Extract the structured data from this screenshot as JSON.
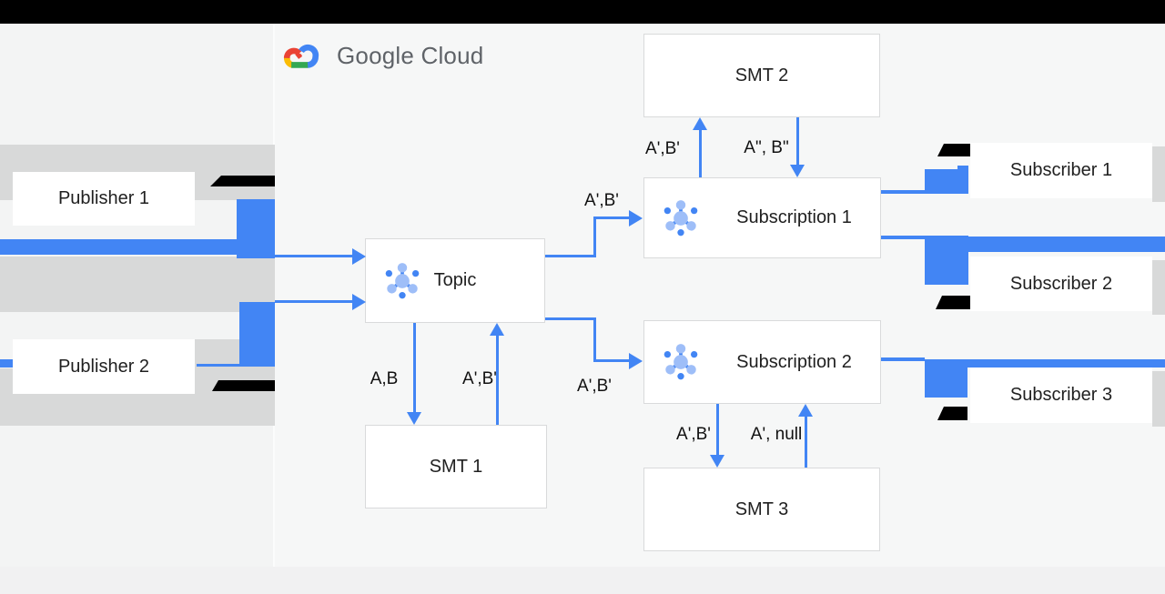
{
  "header": {
    "logo_text": "Google Cloud"
  },
  "diagram": {
    "nodes": {
      "publisher1": {
        "label": "Publisher 1"
      },
      "publisher2": {
        "label": "Publisher 2"
      },
      "topic": {
        "label": "Topic"
      },
      "smt1": {
        "label": "SMT 1"
      },
      "smt2": {
        "label": "SMT 2"
      },
      "smt3": {
        "label": "SMT 3"
      },
      "subscription1": {
        "label": "Subscription 1"
      },
      "subscription2": {
        "label": "Subscription 2"
      },
      "subscriber1": {
        "label": "Subscriber 1"
      },
      "subscriber2": {
        "label": "Subscriber 2"
      },
      "subscriber3": {
        "label": "Subscriber 3"
      }
    },
    "edges": {
      "topic_to_smt1": "A,B",
      "smt1_to_topic": "A',B'",
      "topic_to_subscription1": "A',B'",
      "topic_to_subscription2": "A',B'",
      "subscription1_to_smt2": "A',B'",
      "smt2_to_subscription1": "A\", B\"",
      "subscription2_to_smt3": "A',B'",
      "smt3_to_subscription2": "A', null"
    },
    "icons": {
      "pubsub_topic": "pubsub-topic-icon",
      "google_cloud": "google-cloud-logo-icon"
    },
    "colors": {
      "arrow_blue": "#4285f4",
      "pubsub_icon_light": "#9ebef8",
      "glitch_gray": "#d8d9d9",
      "redaction_black": "#000000",
      "logo_red": "#ea4335",
      "logo_yellow": "#fbbc04",
      "logo_green": "#34a853",
      "logo_blue": "#4285f4",
      "logo_text_gray": "#5f6368"
    }
  }
}
